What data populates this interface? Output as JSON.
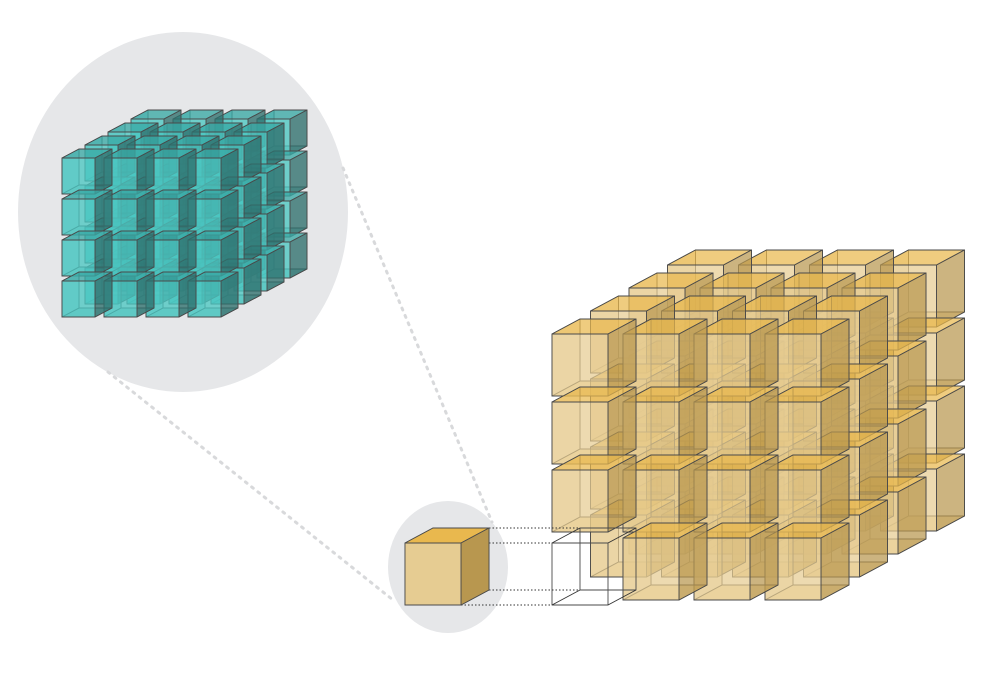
{
  "diagram": {
    "description_free": true,
    "colors": {
      "magnifier": "#e6e7e9",
      "gold_front": "#e6cc92",
      "gold_top": "#e9b84e",
      "gold_side": "#b8974f",
      "teal_front": "#4cc6c1",
      "teal_top": "#3aa9a5",
      "teal_side": "#2e706d",
      "stroke": "#4a4a4a"
    },
    "large_grid": {
      "columns": 4,
      "rows": 4,
      "layers": 4,
      "missing_cell": "front-bottom-left"
    },
    "zoomed_grid": {
      "columns": 4,
      "rows": 4,
      "layers": 4
    }
  }
}
